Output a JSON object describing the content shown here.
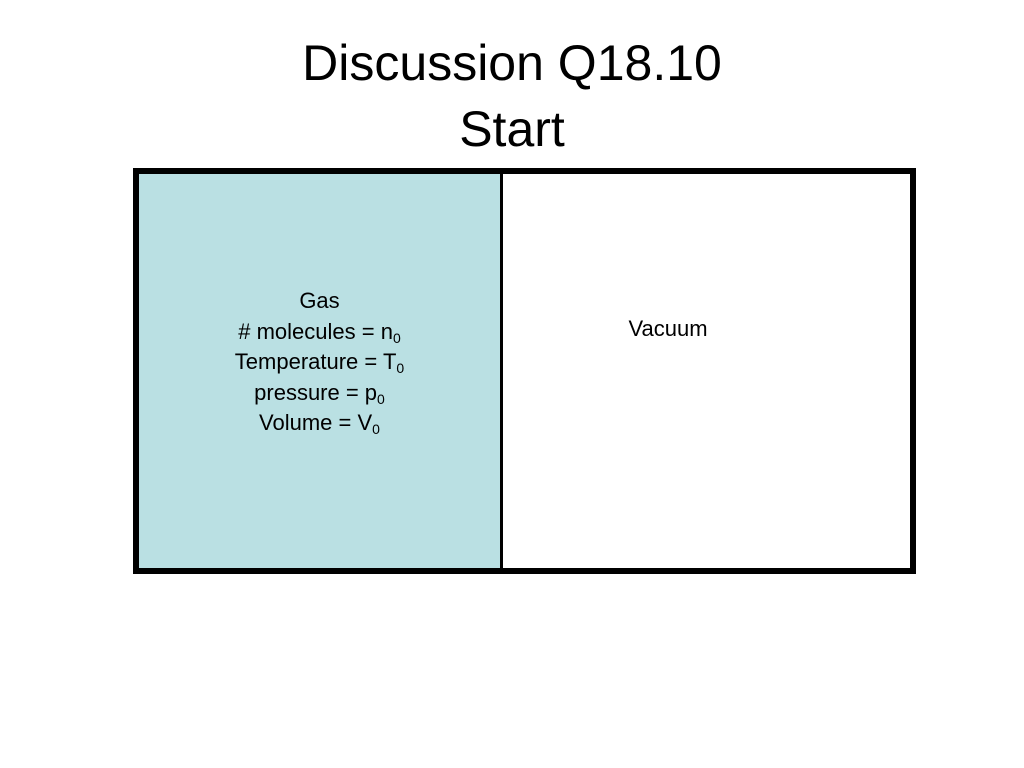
{
  "title": {
    "line1": "Discussion Q18.10",
    "line2": "Start"
  },
  "gas": {
    "heading": "Gas",
    "molecules": {
      "label": "# molecules = n",
      "sub": "0"
    },
    "temperature": {
      "label": "Temperature = T",
      "sub": "0"
    },
    "pressure": {
      "label": "pressure = p",
      "sub": "0"
    },
    "volume": {
      "label": "Volume = V",
      "sub": "0"
    }
  },
  "vacuum": {
    "label": "Vacuum"
  },
  "colors": {
    "gas_fill": "#bae0e3",
    "border": "#000000",
    "background": "#ffffff"
  }
}
